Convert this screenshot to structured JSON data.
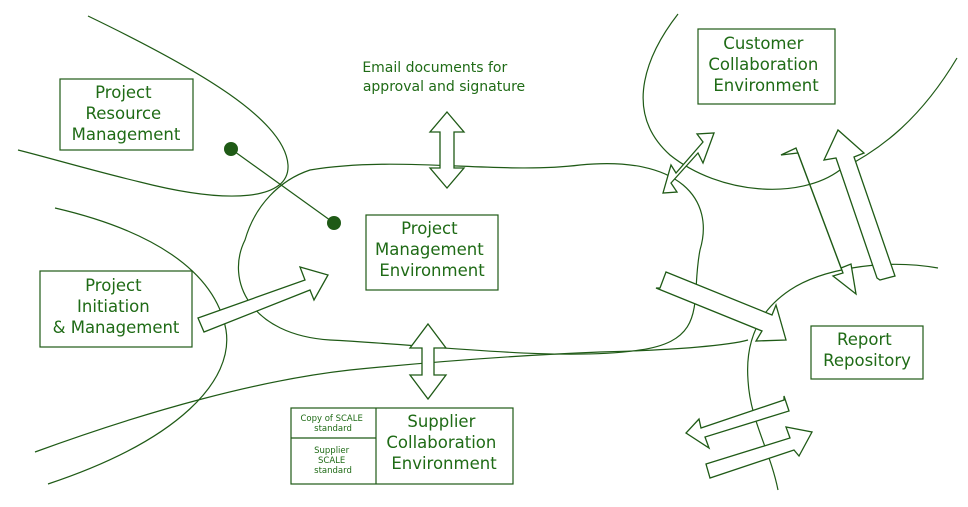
{
  "colors": {
    "accent": "#1f6b16"
  },
  "nodes": {
    "project_resource_management": [
      "Project",
      "Resource",
      "Management"
    ],
    "project_initiation": [
      "Project",
      "Initiation",
      "& Management"
    ],
    "project_management_env": [
      "Project",
      "Management",
      "Environment"
    ],
    "customer_collaboration_env": [
      "Customer",
      "Collaboration",
      "Environment"
    ],
    "report_repository": [
      "Report",
      "Repository"
    ],
    "supplier_collaboration_env": [
      "Supplier",
      "Collaboration",
      "Environment"
    ]
  },
  "supplier_side": {
    "copy_standard": [
      "Copy of SCALE",
      "standard"
    ],
    "supplier_standard": [
      "Supplier",
      "SCALE",
      "standard"
    ]
  },
  "email_note": [
    "Email documents for",
    "approval and signature"
  ]
}
